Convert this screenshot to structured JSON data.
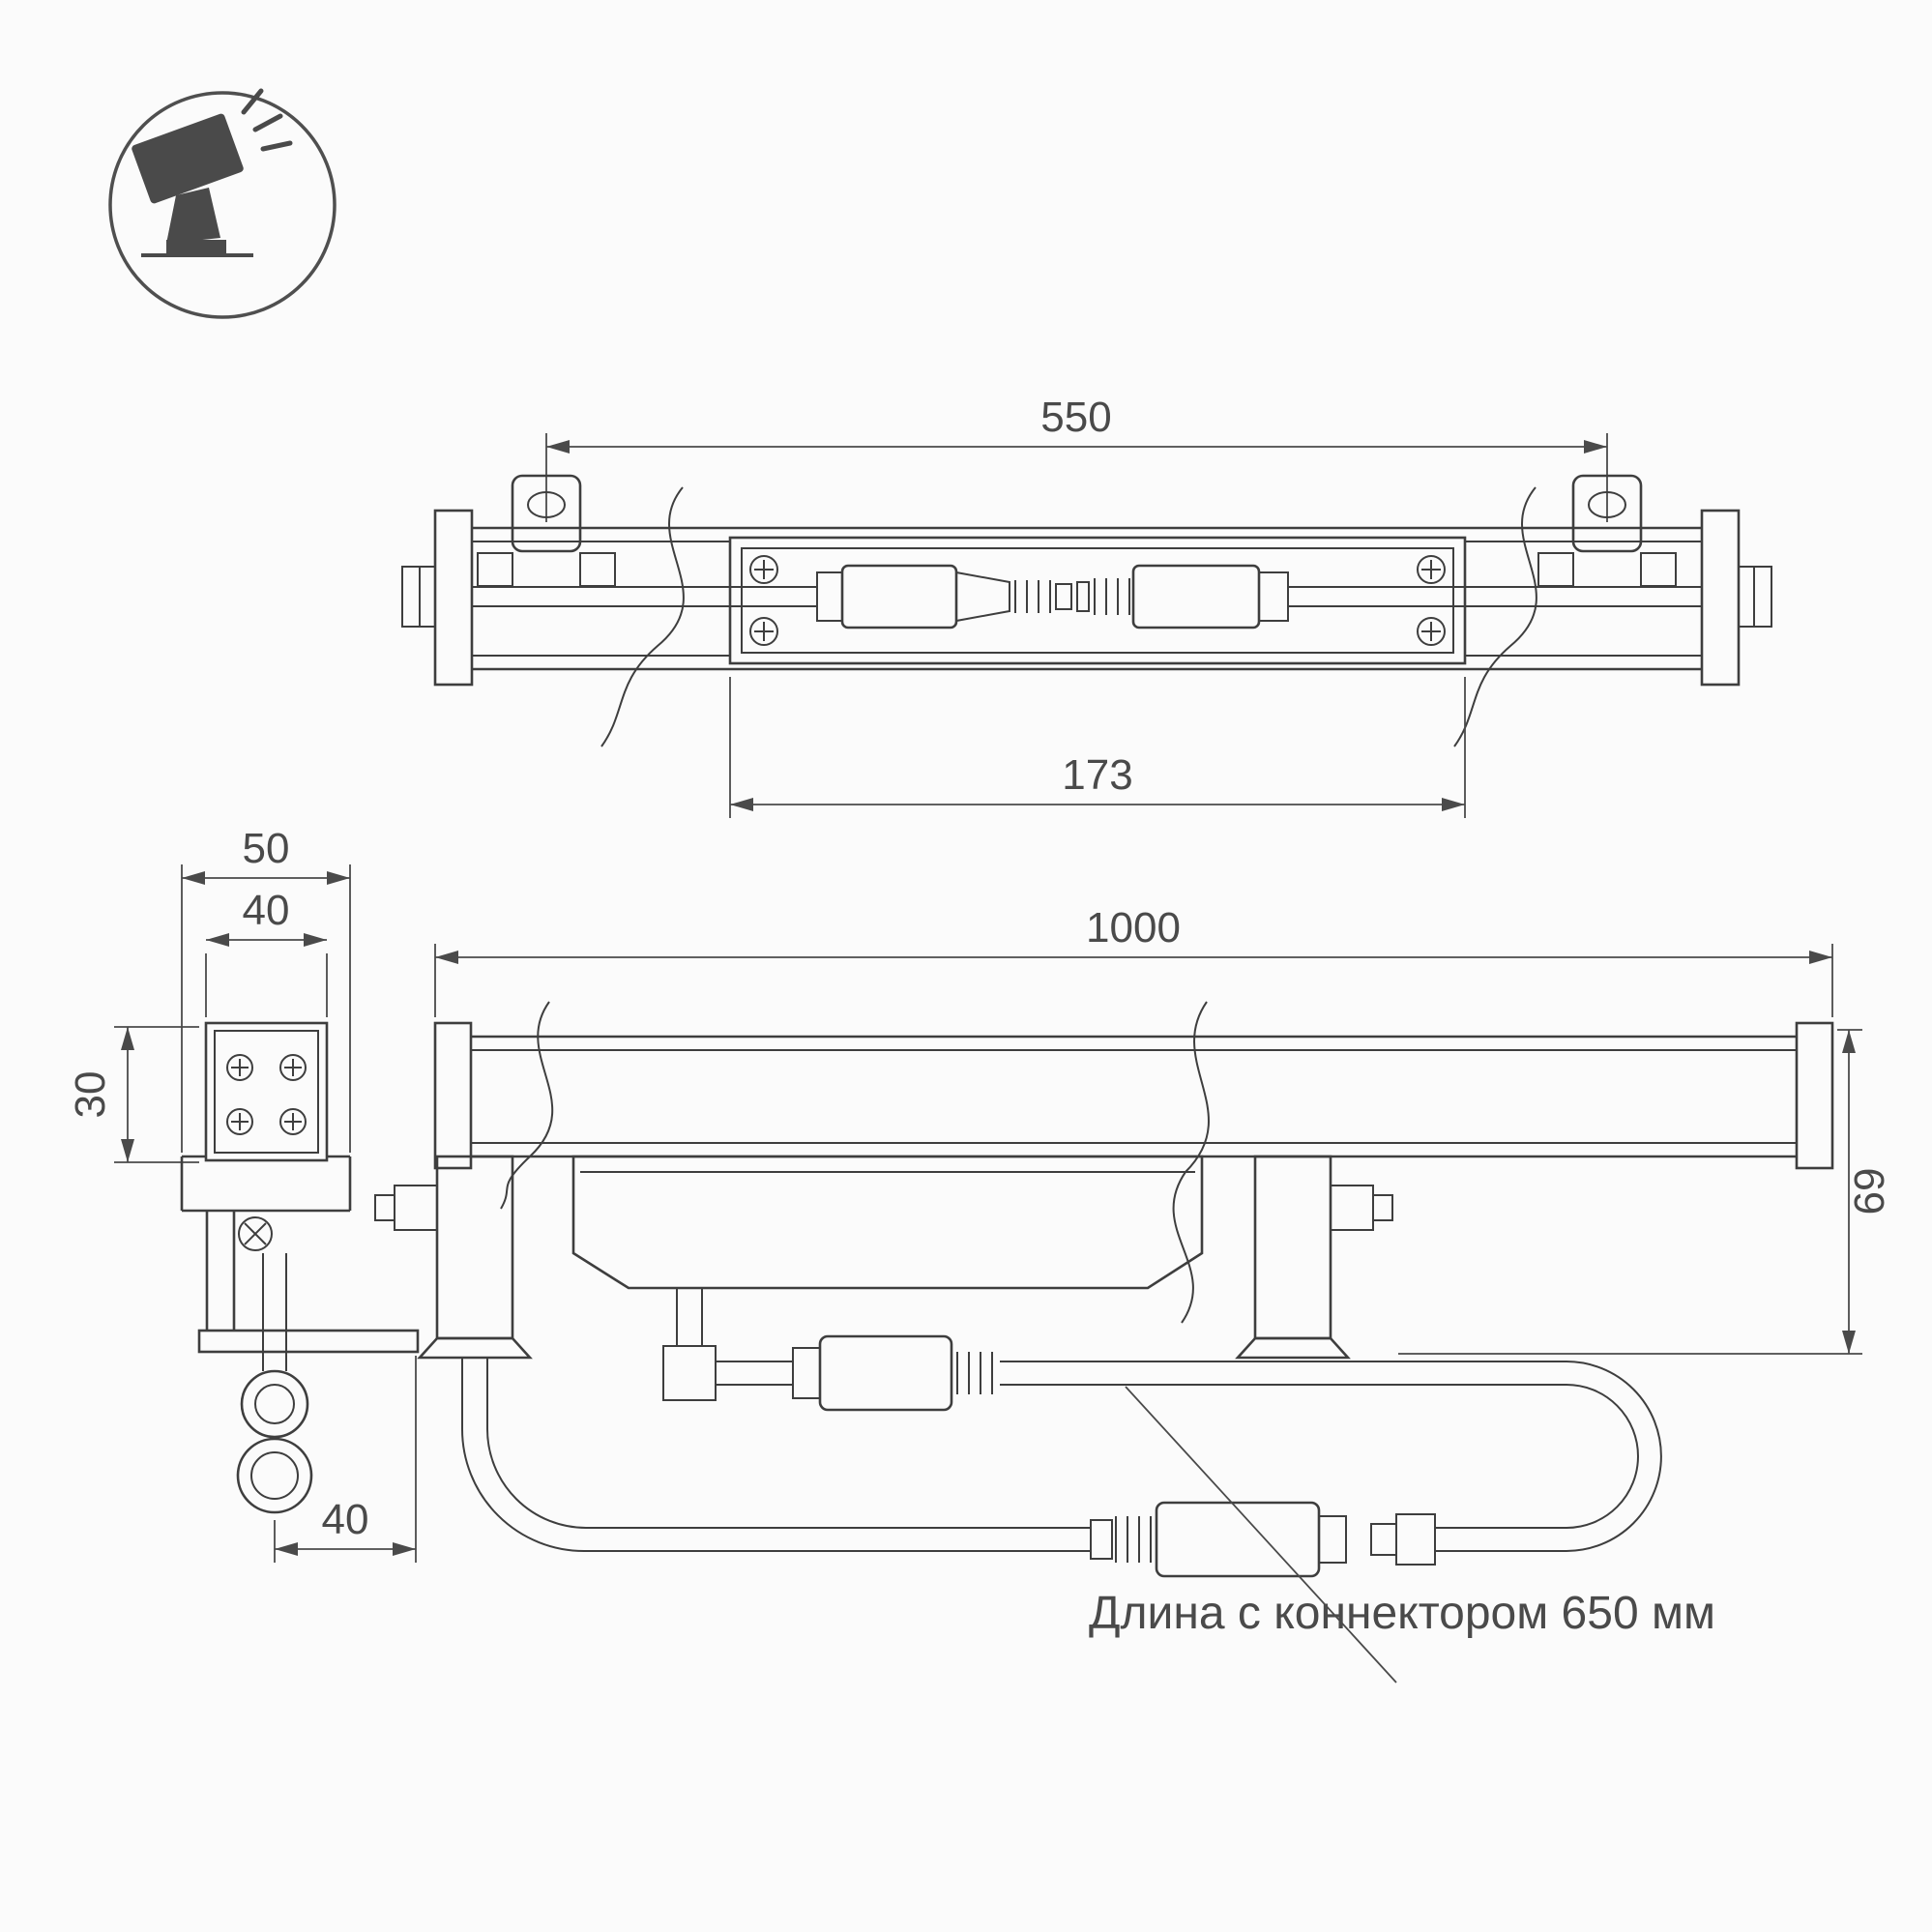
{
  "icon": {
    "symbol": "tilted-floodlight-with-light-rays-on-ground"
  },
  "dimensions": {
    "top_view": {
      "overall": "550",
      "inner": "173"
    },
    "side_view": {
      "outer_width": "50",
      "inner_width": "40",
      "height": "30",
      "depth": "40"
    },
    "front_view": {
      "length": "1000",
      "height": "69"
    }
  },
  "annotation": {
    "connector_note": "Длина с коннектором 650 мм"
  },
  "colors": {
    "line": "#3e3e3e",
    "dimension": "#4a4a4a",
    "background": "#fbfbfb"
  }
}
